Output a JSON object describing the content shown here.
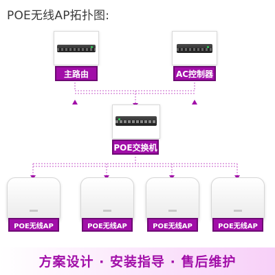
{
  "diagram": {
    "title": "POE无线AP拓扑图:",
    "nodes": {
      "main_router": "主路由",
      "ac_controller": "AC控制器",
      "poe_switch": "POE交换机",
      "ap_1": "POE无线AP",
      "ap_2": "POE无线AP",
      "ap_3": "POE无线AP",
      "ap_4": "POE无线AP"
    },
    "slogan": "方案设计 · 安装指导 · 售后维护",
    "colors": {
      "accent": "#a10ea8",
      "accent_dark": "#6d0873",
      "line": "#d98fdc"
    }
  }
}
